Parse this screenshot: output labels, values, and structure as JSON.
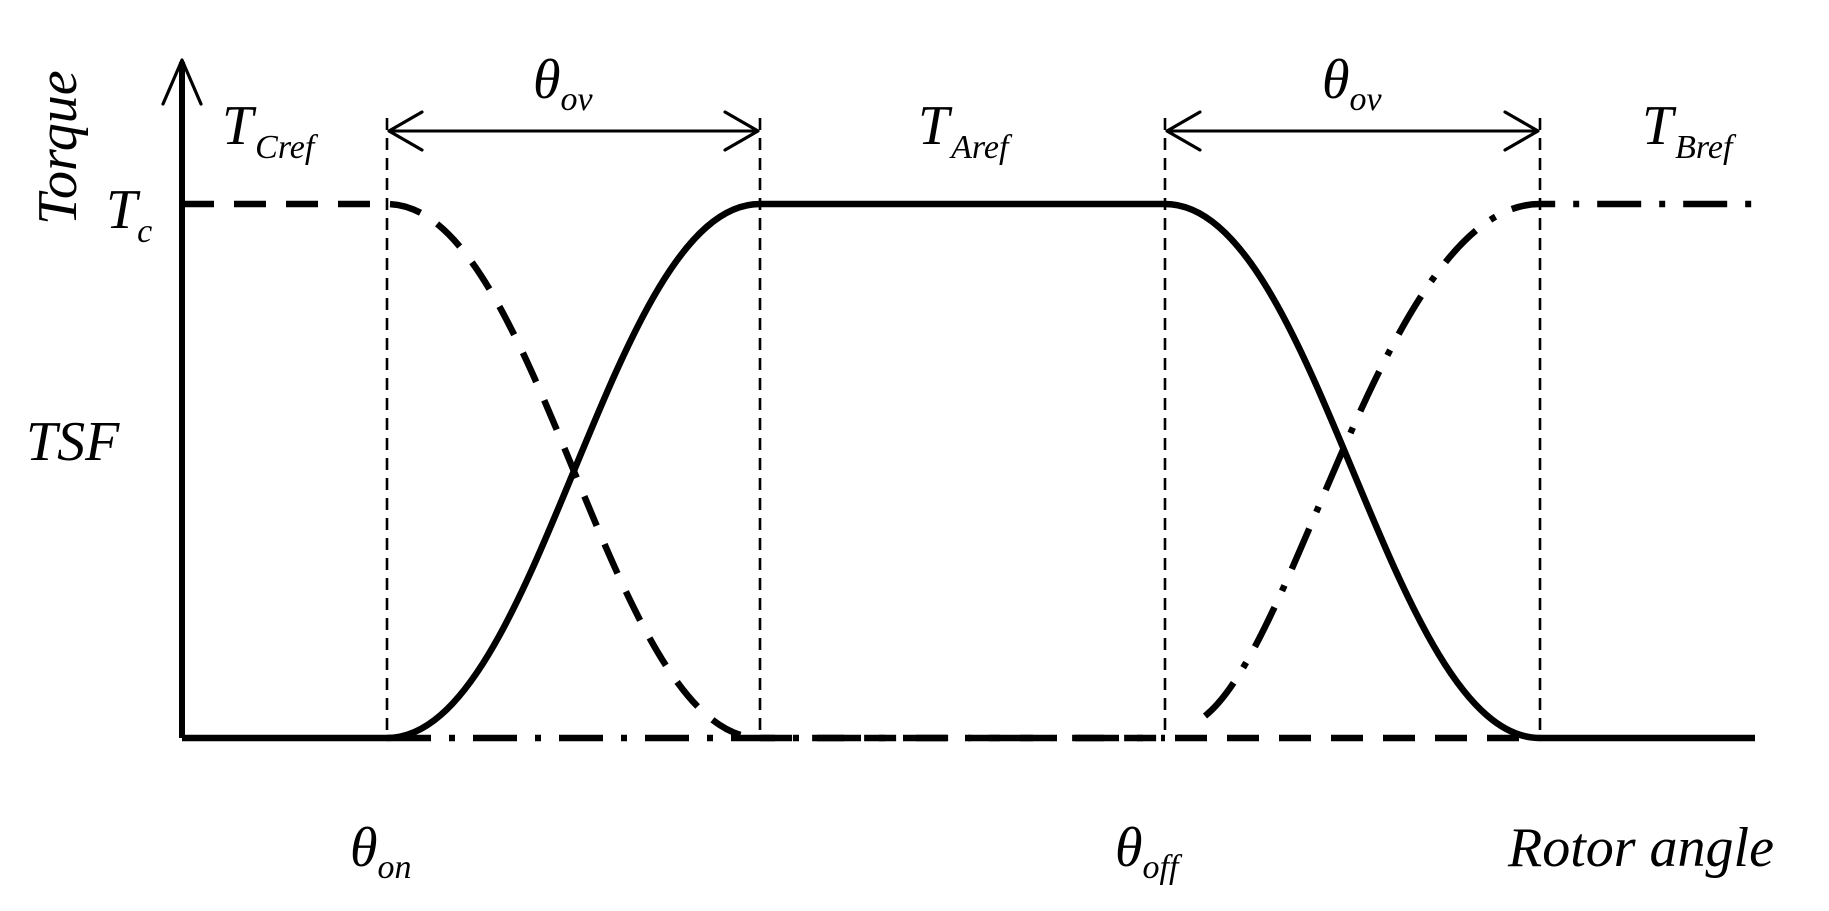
{
  "axes": {
    "y_label": "Torque",
    "x_label": "Rotor angle",
    "y_level": {
      "main": "T",
      "sub": "c"
    },
    "region_label": "TSF"
  },
  "angles": {
    "on": {
      "main": "θ",
      "sub": "on"
    },
    "off": {
      "main": "θ",
      "sub": "off"
    }
  },
  "overlap": [
    {
      "main": "θ",
      "sub": "ov"
    },
    {
      "main": "θ",
      "sub": "ov"
    }
  ],
  "curves": [
    {
      "main": "T",
      "sub": "Cref",
      "line_style": "dashed"
    },
    {
      "main": "T",
      "sub": "Aref",
      "line_style": "solid"
    },
    {
      "main": "T",
      "sub": "Bref",
      "line_style": "dash-dot"
    }
  ],
  "colors": {
    "ink": "#000000",
    "background": "#ffffff"
  }
}
